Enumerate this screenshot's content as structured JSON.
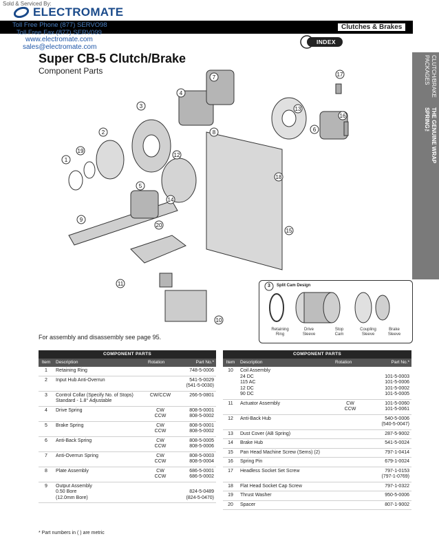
{
  "header": {
    "sold_by": "Sold & Serviced By:",
    "logo_text": "ELECTROMATE",
    "phone_free": "Toll Free Phone (877) SERVO98",
    "fax_free": "Toll Free Fax (877) SERV099",
    "website": "www.electromate.com",
    "email": "sales@electromate.com",
    "section": "Clutches & Brakes",
    "index_label": "INDEX"
  },
  "page": {
    "title": "Super CB-5 Clutch/Brake",
    "subtitle": "Component Parts",
    "assembly_note": "For assembly and disassembly see page 95.",
    "footnote": "* Part numbers in ( ) are metric"
  },
  "side_tabs": {
    "tab1": "CLUTCH/BRAKE PACKAGES",
    "tab2": "THE GENUINE WRAP SPRING™"
  },
  "diagram": {
    "callouts": [
      "1",
      "2",
      "3",
      "4",
      "5",
      "6",
      "7",
      "8",
      "9",
      "10",
      "11",
      "12",
      "13",
      "14",
      "15",
      "16",
      "17",
      "18",
      "19",
      "20"
    ]
  },
  "inset": {
    "callout": "3",
    "title": "Split Cam Design",
    "captions": [
      {
        "line1": "Retaining",
        "line2": "Ring"
      },
      {
        "line1": "Drive",
        "line2": "Sleeve"
      },
      {
        "line1": "Stop",
        "line2": "Cam"
      },
      {
        "line1": "Coupling",
        "line2": "Sleeve"
      },
      {
        "line1": "Brake",
        "line2": "Sleeve"
      }
    ]
  },
  "table_left": {
    "title": "COMPONENT PARTS",
    "columns": [
      "Item",
      "Description",
      "Rotation",
      "Part No.*"
    ],
    "rows": [
      {
        "item": "1",
        "desc": "Retaining Ring",
        "rot": "",
        "part": "748-5-0006"
      },
      {
        "item": "2",
        "desc": "Input Hub Anti-Overrun",
        "rot": "",
        "part": "541-5-0029\n(541-5-0030)"
      },
      {
        "item": "3",
        "desc": "Control Collar (Specify No. of Stops)\nStandard - 1.8° Adjustable",
        "rot": "CW/CCW",
        "part": "266-5-0801"
      },
      {
        "item": "4",
        "desc": "Drive Spring",
        "rot": "CW\nCCW",
        "part": "808-5-0001\n808-5-0002"
      },
      {
        "item": "5",
        "desc": "Brake Spring",
        "rot": "CW\nCCW",
        "part": "808-5-0001\n808-5-0002"
      },
      {
        "item": "6",
        "desc": "Anti-Back Spring",
        "rot": "CW\nCCW",
        "part": "808-5-0005\n808-5-0006"
      },
      {
        "item": "7",
        "desc": "Anti-Overrun Spring",
        "rot": "CW\nCCW",
        "part": "808-5-0003\n808-5-0004"
      },
      {
        "item": "8",
        "desc": "Plate Assembly",
        "rot": "CW\nCCW",
        "part": "686-5-0001\n686-5-0002"
      },
      {
        "item": "9",
        "desc": "Output Assembly\n0.50 Bore\n(12.0mm Bore)",
        "rot": "",
        "part": "\n824-5-0489\n(824-5-0470)"
      }
    ]
  },
  "table_right": {
    "title": "COMPONENT PARTS",
    "columns": [
      "Item",
      "Description",
      "Rotation",
      "Part No.*"
    ],
    "rows": [
      {
        "item": "10",
        "desc": "Coil Assembly\n    24 DC\n    115 AC\n    12 DC\n    90 DC",
        "rot": "",
        "part": "\n101-5-0003\n101-5-0006\n101-5-0002\n101-5-0005"
      },
      {
        "item": "11",
        "desc": "Actuator Assembly",
        "rot": "CW\nCCW",
        "part": "101-5-0060\n101-5-0061"
      },
      {
        "item": "12",
        "desc": "Anti-Back Hub",
        "rot": "",
        "part": "540-5-0006\n(540-5-0047)"
      },
      {
        "item": "13",
        "desc": "Dust Cover (AB Spring)",
        "rot": "",
        "part": "287-5-9002"
      },
      {
        "item": "14",
        "desc": "Brake Hub",
        "rot": "",
        "part": "541-5-0024"
      },
      {
        "item": "15",
        "desc": "Pan Head Machine Screw (Sems) (2)",
        "rot": "",
        "part": "797-1-0414"
      },
      {
        "item": "16",
        "desc": "Spring Pin",
        "rot": "",
        "part": "679-1-0024"
      },
      {
        "item": "17",
        "desc": "Headless Socket Set Screw",
        "rot": "",
        "part": "797-1-0153\n(797-1-0769)"
      },
      {
        "item": "18",
        "desc": "Flat Head Socket Cap Screw",
        "rot": "",
        "part": "797-1-0322"
      },
      {
        "item": "19",
        "desc": "Thrust Washer",
        "rot": "",
        "part": "950-5-0006"
      },
      {
        "item": "20",
        "desc": "Spacer",
        "rot": "",
        "part": "807-1-9002"
      }
    ]
  }
}
